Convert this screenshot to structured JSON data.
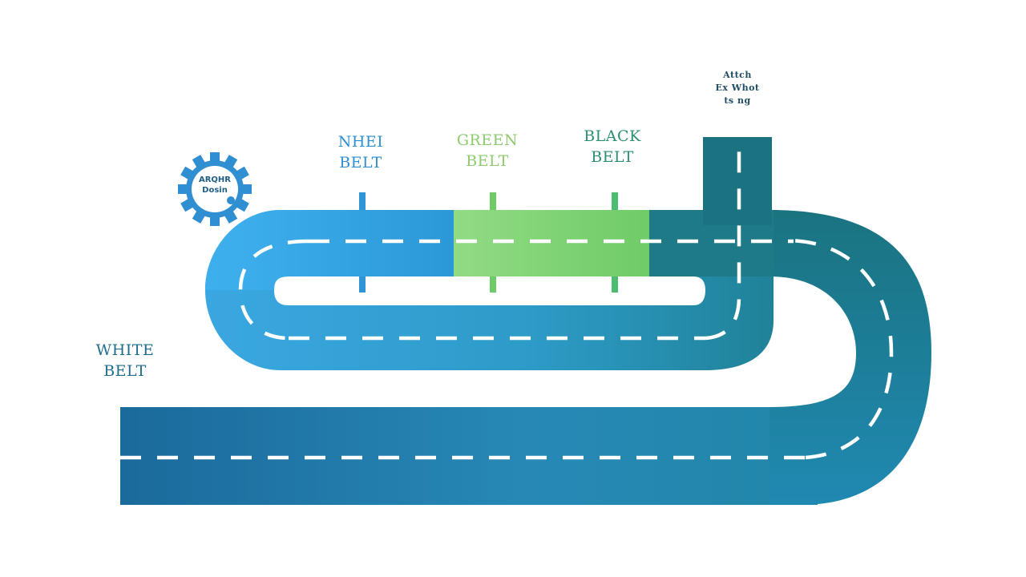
{
  "labels": {
    "white_belt": [
      "WHITE",
      "BELT"
    ],
    "blue_belt": [
      "NHEI",
      "BELT"
    ],
    "green_belt": [
      "GREEN",
      "BELT"
    ],
    "black_belt": [
      "BLACK",
      "BELT"
    ],
    "finish": [
      "Attch",
      "Ex Whot",
      "ts ng"
    ]
  },
  "badge": {
    "lines": [
      "ARQHR",
      "Dosin"
    ]
  },
  "colors": {
    "road_dark": "#1b6a9c",
    "road_mid": "#2a8bb5",
    "road_light_blue": "#39a6df",
    "road_green": "#82d171",
    "road_teal": "#1d7a86",
    "badge_blue": "#2f8fd0",
    "lane_marking": "#ffffff"
  }
}
